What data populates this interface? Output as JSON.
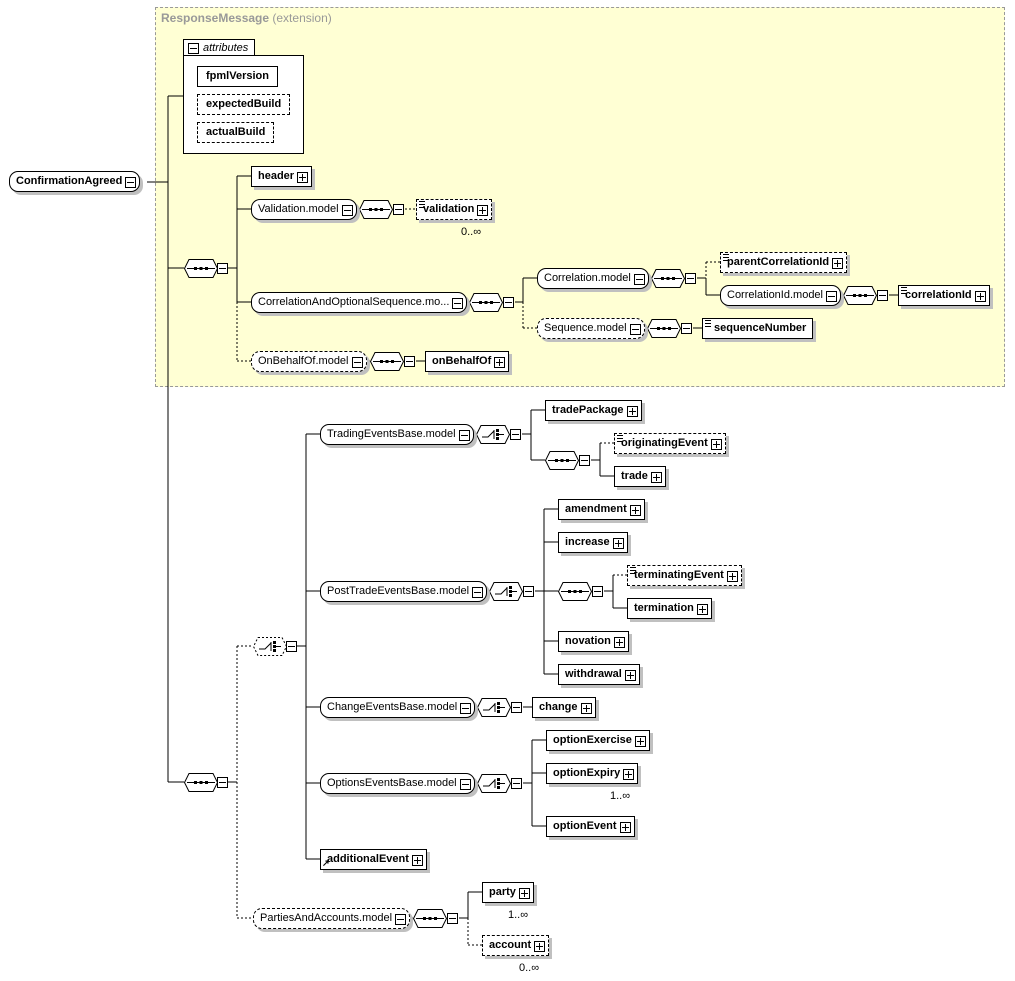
{
  "diagram": {
    "root": {
      "label": "ConfirmationAgreed"
    },
    "extension": {
      "base": "ResponseMessage",
      "suffix": "(extension)"
    },
    "attributes": {
      "tab_label": "attributes",
      "items": [
        {
          "label": "fpmlVersion"
        },
        {
          "label": "expectedBuild"
        },
        {
          "label": "actualBuild"
        }
      ]
    },
    "response_sequence": {
      "header": {
        "label": "header"
      },
      "validation_model": {
        "label": "Validation.model"
      },
      "validation": {
        "label": "validation",
        "occurs": "0..∞"
      },
      "correlation_seq_model": {
        "label": "CorrelationAndOptionalSequence.mo..."
      },
      "correlation_model": {
        "label": "Correlation.model"
      },
      "parent_correlation_id": {
        "label": "parentCorrelationId"
      },
      "correlation_id_model": {
        "label": "CorrelationId.model"
      },
      "correlation_id": {
        "label": "correlationId"
      },
      "sequence_model": {
        "label": "Sequence.model"
      },
      "sequence_number": {
        "label": "sequenceNumber"
      },
      "on_behalf_of_model": {
        "label": "OnBehalfOf.model"
      },
      "on_behalf_of": {
        "label": "onBehalfOf"
      }
    },
    "events": {
      "trading_model": {
        "label": "TradingEventsBase.model"
      },
      "trade_package": {
        "label": "tradePackage"
      },
      "originating_event": {
        "label": "originatingEvent"
      },
      "trade": {
        "label": "trade"
      },
      "post_trade_model": {
        "label": "PostTradeEventsBase.model"
      },
      "amendment": {
        "label": "amendment"
      },
      "increase": {
        "label": "increase"
      },
      "terminating_event": {
        "label": "terminatingEvent"
      },
      "termination": {
        "label": "termination"
      },
      "novation": {
        "label": "novation"
      },
      "withdrawal": {
        "label": "withdrawal"
      },
      "change_model": {
        "label": "ChangeEventsBase.model"
      },
      "change": {
        "label": "change"
      },
      "options_model": {
        "label": "OptionsEventsBase.model"
      },
      "option_exercise": {
        "label": "optionExercise"
      },
      "option_expiry": {
        "label": "optionExpiry",
        "occurs": "1..∞"
      },
      "option_event": {
        "label": "optionEvent"
      },
      "additional_event": {
        "label": "additionalEvent"
      }
    },
    "parties": {
      "model": {
        "label": "PartiesAndAccounts.model"
      },
      "party": {
        "label": "party",
        "occurs": "1..∞"
      },
      "account": {
        "label": "account",
        "occurs": "0..∞"
      }
    }
  }
}
